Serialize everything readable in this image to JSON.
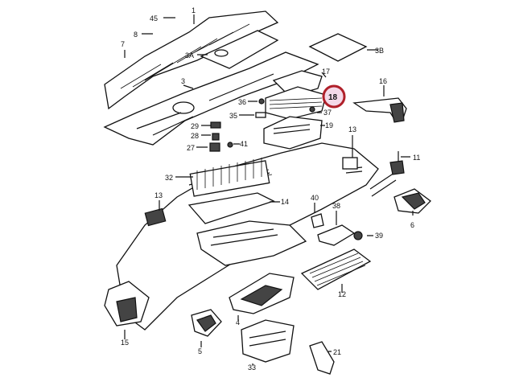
{
  "diagram": {
    "highlight_color": "#b0202a",
    "highlighted_part": "18",
    "callouts": [
      "45",
      "1",
      "7",
      "8",
      "3A",
      "3B",
      "3",
      "16",
      "17",
      "36",
      "35",
      "37",
      "19",
      "29",
      "28",
      "41",
      "27",
      "13",
      "11",
      "32",
      "14",
      "40",
      "38",
      "6",
      "39",
      "12",
      "15",
      "4",
      "5",
      "33",
      "21"
    ]
  }
}
